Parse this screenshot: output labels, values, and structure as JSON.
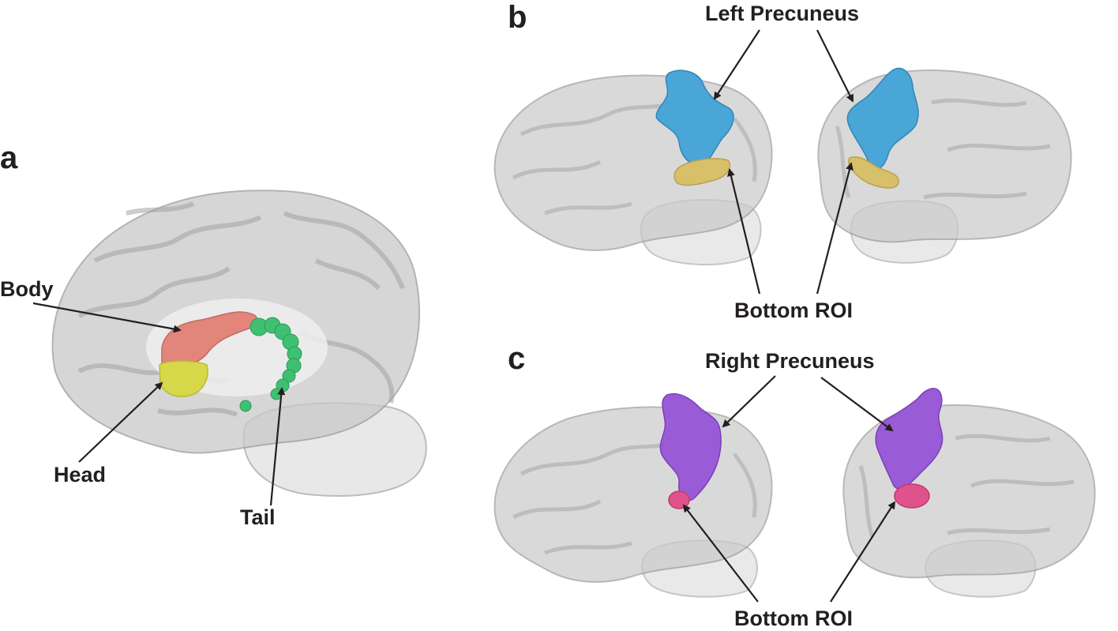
{
  "panels": {
    "a": {
      "letter": "a",
      "labels": {
        "body": "Body",
        "head": "Head",
        "tail": "Tail"
      }
    },
    "b": {
      "letter": "b",
      "labels": {
        "top": "Left Precuneus",
        "bottom": "Bottom ROI"
      }
    },
    "c": {
      "letter": "c",
      "labels": {
        "top": "Right Precuneus",
        "bottom": "Bottom ROI"
      }
    }
  },
  "colors": {
    "brain_fill": "#c9c9c9",
    "brain_outline": "#8c8c8c",
    "caudate_body": "#e2857a",
    "caudate_head": "#d6d84a",
    "caudate_tail": "#3fbf72",
    "left_precuneus": "#4aa6d6",
    "right_precuneus": "#9a5bd6",
    "bottom_roi_b": "#d8bf6a",
    "bottom_roi_c": "#e0528c",
    "text": "#231f20"
  }
}
